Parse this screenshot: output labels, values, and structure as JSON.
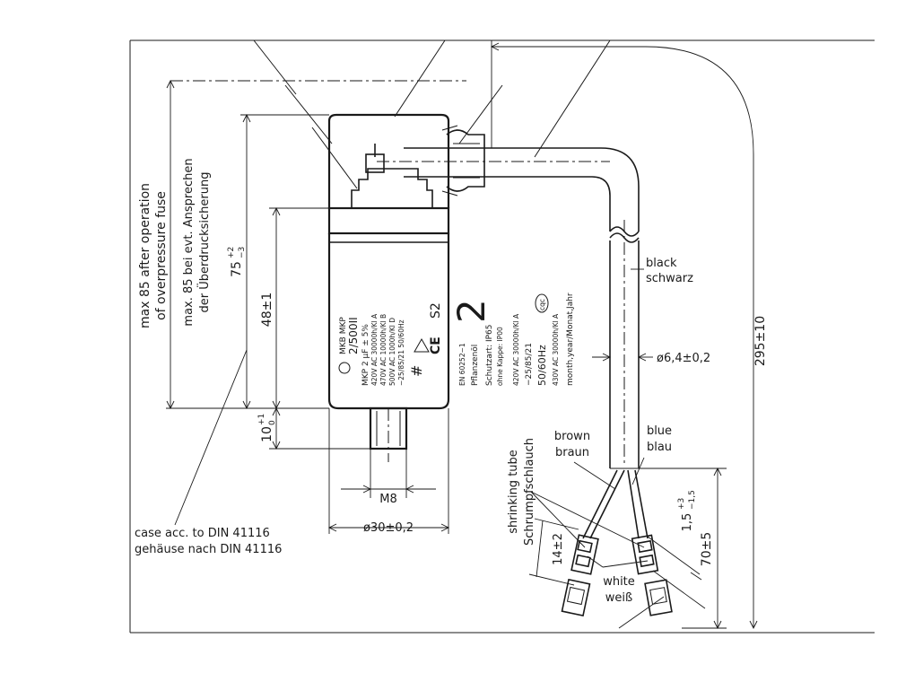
{
  "labels": {
    "overpressure_en_1": "max 85 after operation",
    "overpressure_en_2": "of overpressure fuse",
    "overpressure_de_1": "max. 85 bei evt. Ansprechen",
    "overpressure_de_2": "der Überdrucksicherung",
    "dim_75": "75",
    "dim_75_upper": "+2",
    "dim_75_lower": "−3",
    "dim_48": "48±1",
    "dim_10": "10",
    "dim_10_upper": "+1",
    "dim_10_lower": "0",
    "dim_m8": "M8",
    "dim_dia30": "ø30±0,2",
    "case_en": "case acc. to DIN 41116",
    "case_de": "gehäuse nach DIN 41116",
    "black_en": "black",
    "black_de": "schwarz",
    "dim_dia6": "ø6,4±0,2",
    "dim_295": "295±10",
    "brown_en": "brown",
    "brown_de": "braun",
    "blue_en": "blue",
    "blue_de": "blau",
    "shrink_en": "shrinking tube",
    "shrink_de": "Schrumpfschlauch",
    "dim_15": "1,5",
    "dim_15_upper": "+3",
    "dim_15_lower": "−1,5",
    "dim_14": "14±2",
    "white_en": "white",
    "white_de": "weiß",
    "dim_70": "70±5"
  },
  "marking": {
    "line1": "MKB  MKP",
    "line2": "2/500II",
    "line3": "MKP  2  µF ± 5%",
    "line4": "420V AC 30000h/Kl A",
    "line5": "470V AC 10000h/Kl B",
    "line6": "500V AC 1000h/Kl D",
    "line7": "−25/85/21  50/60Hz",
    "big_value": "2",
    "s2": "S2",
    "ce": "CE",
    "norm": "EN 60252−1",
    "oil": "Pflanzenöl",
    "protection": "Schutzart: IP65",
    "cap": "ohne Kappe: IP00",
    "r1": "420V AC 30000h/Kl A",
    "r2": "−25/85/21",
    "r3": "50/60Hz",
    "r4": "430V AC 30000h/Kl A",
    "r5": "month,year/Monat,Jahr",
    "cert": "cqc"
  }
}
